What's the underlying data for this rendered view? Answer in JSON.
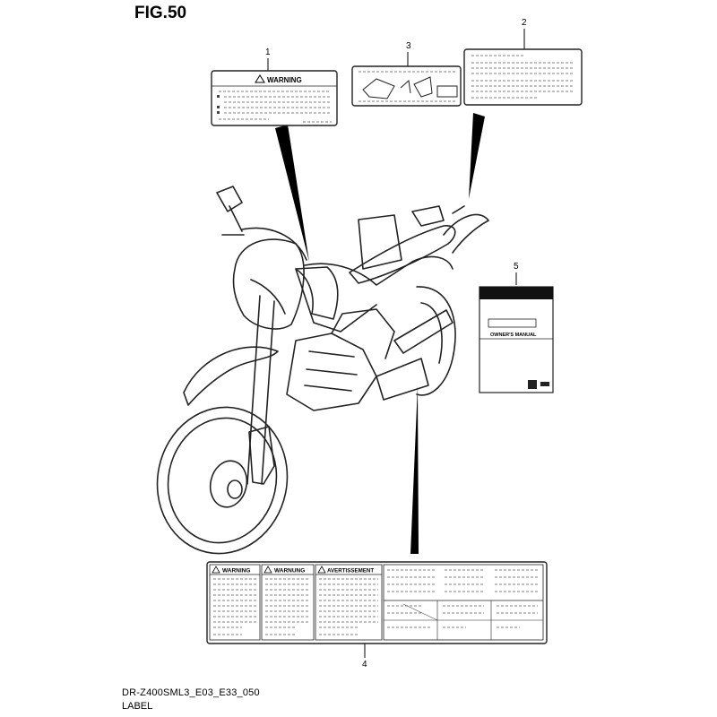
{
  "figure": {
    "title": "FIG.50"
  },
  "footer": {
    "code": "DR-Z400SML3_E03_E33_050",
    "label": "LABEL"
  },
  "callouts": [
    "1",
    "2",
    "3",
    "4",
    "5"
  ],
  "labels": {
    "warning_en": "WARNING",
    "warning_de": "WARNUNG",
    "warning_fr": "AVERTISSEMENT",
    "owners_manual": "OWNER'S MANUAL"
  }
}
